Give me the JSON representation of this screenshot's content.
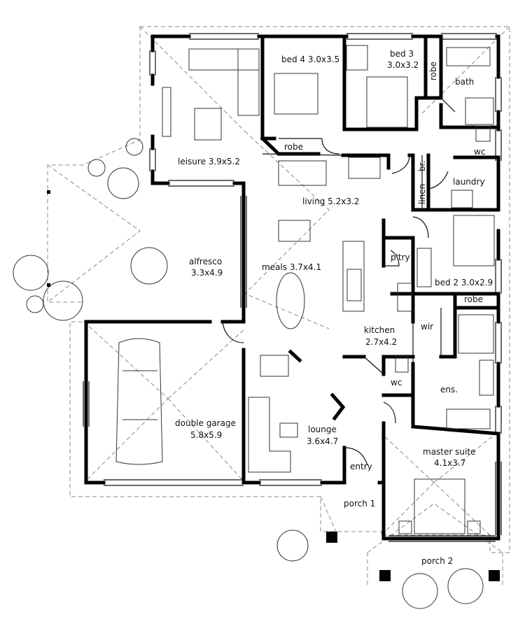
{
  "rooms": {
    "bed4": "bed 4  3.0x3.5",
    "bed3_name": "bed 3",
    "bed3_size": "3.0x3.2",
    "robe_b3": "robe",
    "bath": "bath",
    "robe_b4": "robe",
    "wc_top": "wc",
    "br": "br.",
    "linen": "linen",
    "laundry": "laundry",
    "leisure": "leisure  3.9x5.2",
    "living": "living 5.2x3.2",
    "ptry": "p'try",
    "bed2": "bed 2  3.0x2.9",
    "robe_b2": "robe",
    "alfresco_name": "alfresco",
    "alfresco_size": "3.3x4.9",
    "meals": "meals  3.7x4.1",
    "kitchen_name": "kitchen",
    "kitchen_size": "2.7x4.2",
    "wir": "wir",
    "wc_mid": "wc",
    "ens": "ens.",
    "garage_name": "double garage",
    "garage_size": "5.8x5.9",
    "lounge_name": "lounge",
    "lounge_size": "3.6x4.7",
    "entry": "entry",
    "master_name": "master suite",
    "master_size": "4.1x3.7",
    "porch1": "porch 1",
    "porch2": "porch 2"
  }
}
